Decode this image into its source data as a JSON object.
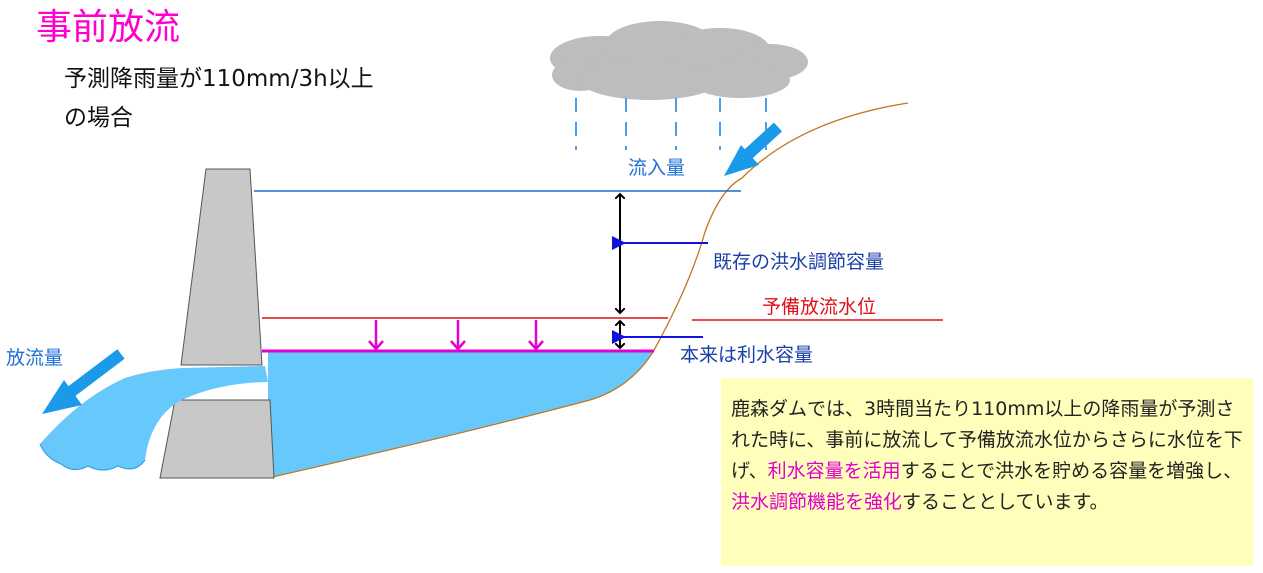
{
  "title": "事前放流",
  "condition": {
    "line1": "予測降雨量が110mm/3h以上",
    "line2": "の場合"
  },
  "labels": {
    "inflow": "流入量",
    "outflow": "放流量",
    "existing_capacity": "既存の洪水調節容量",
    "reserve_level": "予備放流水位",
    "original_capacity": "本来は利水容量"
  },
  "note": {
    "segments": [
      {
        "text": "鹿森ダムでは、3時間当たり110mm以上の降雨量が予測された時に、事前に放流して予備放流水位からさらに水位を下げ、",
        "highlight": false
      },
      {
        "text": "利水容量を活用",
        "highlight": true
      },
      {
        "text": "することで洪水を貯める容量を増強し、",
        "highlight": false
      },
      {
        "text": "洪水調節機能を強化",
        "highlight": true
      },
      {
        "text": "することとしています。",
        "highlight": false
      }
    ]
  },
  "colors": {
    "title": "#ff00cc",
    "water": "#66c8fb",
    "dam": "#c8c8c8",
    "reserve_line": "#e0101a",
    "lowered_level": "#e000d0",
    "arrow_blue": "#1a9ae8",
    "note_bg": "#ffffbb"
  }
}
